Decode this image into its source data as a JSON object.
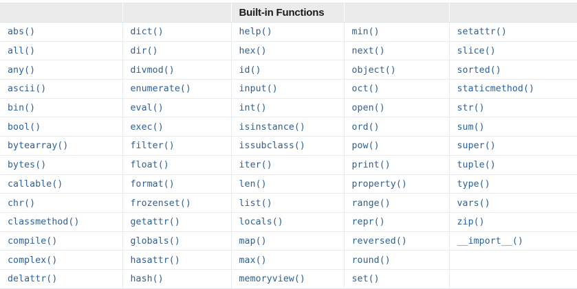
{
  "table": {
    "title": "Built-in Functions",
    "title_column_index": 2,
    "header_cells": [
      "",
      "",
      "Built-in Functions",
      "",
      ""
    ],
    "link_color": "#2a6099",
    "header_background": "#ebebeb",
    "border_color": "#e8eaeb",
    "columns": 5,
    "rows": 14,
    "cells": [
      [
        "abs()",
        "dict()",
        "help()",
        "min()",
        "setattr()"
      ],
      [
        "all()",
        "dir()",
        "hex()",
        "next()",
        "slice()"
      ],
      [
        "any()",
        "divmod()",
        "id()",
        "object()",
        "sorted()"
      ],
      [
        "ascii()",
        "enumerate()",
        "input()",
        "oct()",
        "staticmethod()"
      ],
      [
        "bin()",
        "eval()",
        "int()",
        "open()",
        "str()"
      ],
      [
        "bool()",
        "exec()",
        "isinstance()",
        "ord()",
        "sum()"
      ],
      [
        "bytearray()",
        "filter()",
        "issubclass()",
        "pow()",
        "super()"
      ],
      [
        "bytes()",
        "float()",
        "iter()",
        "print()",
        "tuple()"
      ],
      [
        "callable()",
        "format()",
        "len()",
        "property()",
        "type()"
      ],
      [
        "chr()",
        "frozenset()",
        "list()",
        "range()",
        "vars()"
      ],
      [
        "classmethod()",
        "getattr()",
        "locals()",
        "repr()",
        "zip()"
      ],
      [
        "compile()",
        "globals()",
        "map()",
        "reversed()",
        "__import__()"
      ],
      [
        "complex()",
        "hasattr()",
        "max()",
        "round()",
        ""
      ],
      [
        "delattr()",
        "hash()",
        "memoryview()",
        "set()",
        ""
      ]
    ]
  }
}
